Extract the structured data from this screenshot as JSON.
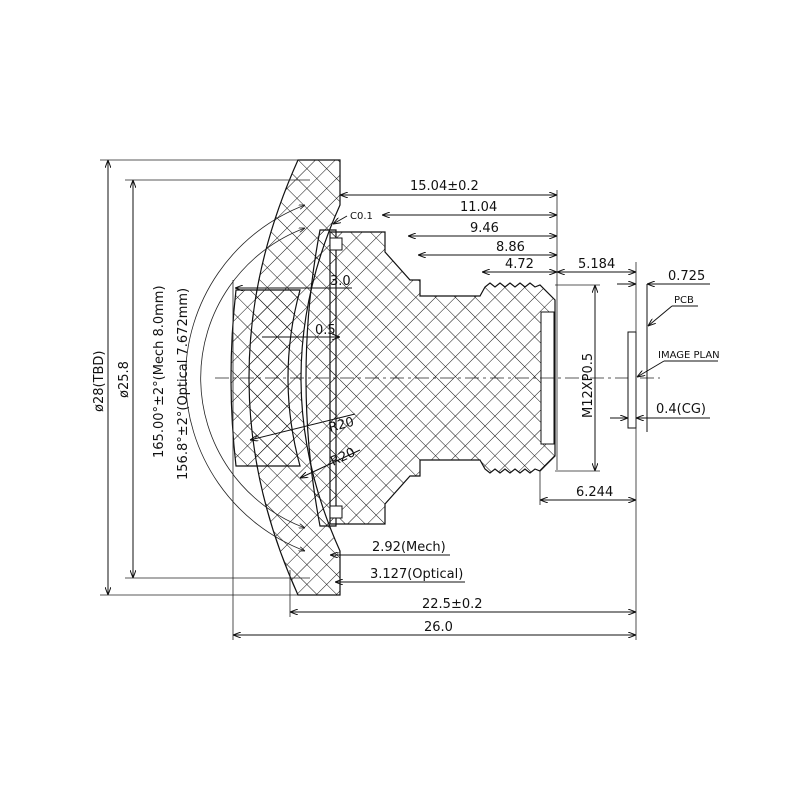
{
  "title": "Lens mechanical drawing",
  "dimensions": {
    "overall_length_tol": "15.04±0.2",
    "d_11_04": "11.04",
    "d_9_46": "9.46",
    "d_8_86": "8.86",
    "d_4_72": "4.72",
    "d_5_184": "5.184",
    "d_0_725": "0.725",
    "d_0_4_cg": "0.4(CG)",
    "thread": "M12XP0.5",
    "d_6_244": "6.244",
    "mech": "2.92(Mech)",
    "optical": "3.127(Optical)",
    "total_22_5": "22.5±0.2",
    "total_26": "26.0",
    "dia_28": "ø28(TBD)",
    "dia_25_8": "ø25.8",
    "fov_mech": "165.00°±2°(Mech  8.0mm)",
    "fov_optical": "156.8°±2°(Optical 7.672mm)",
    "t_3_0": "3.0",
    "t_0_5": "0.5",
    "r20_a": "R20",
    "r20_b": "R20",
    "chamfer": "C0.1"
  },
  "labels": {
    "pcb": "PCB",
    "image_plane": "IMAGE PLAN"
  }
}
